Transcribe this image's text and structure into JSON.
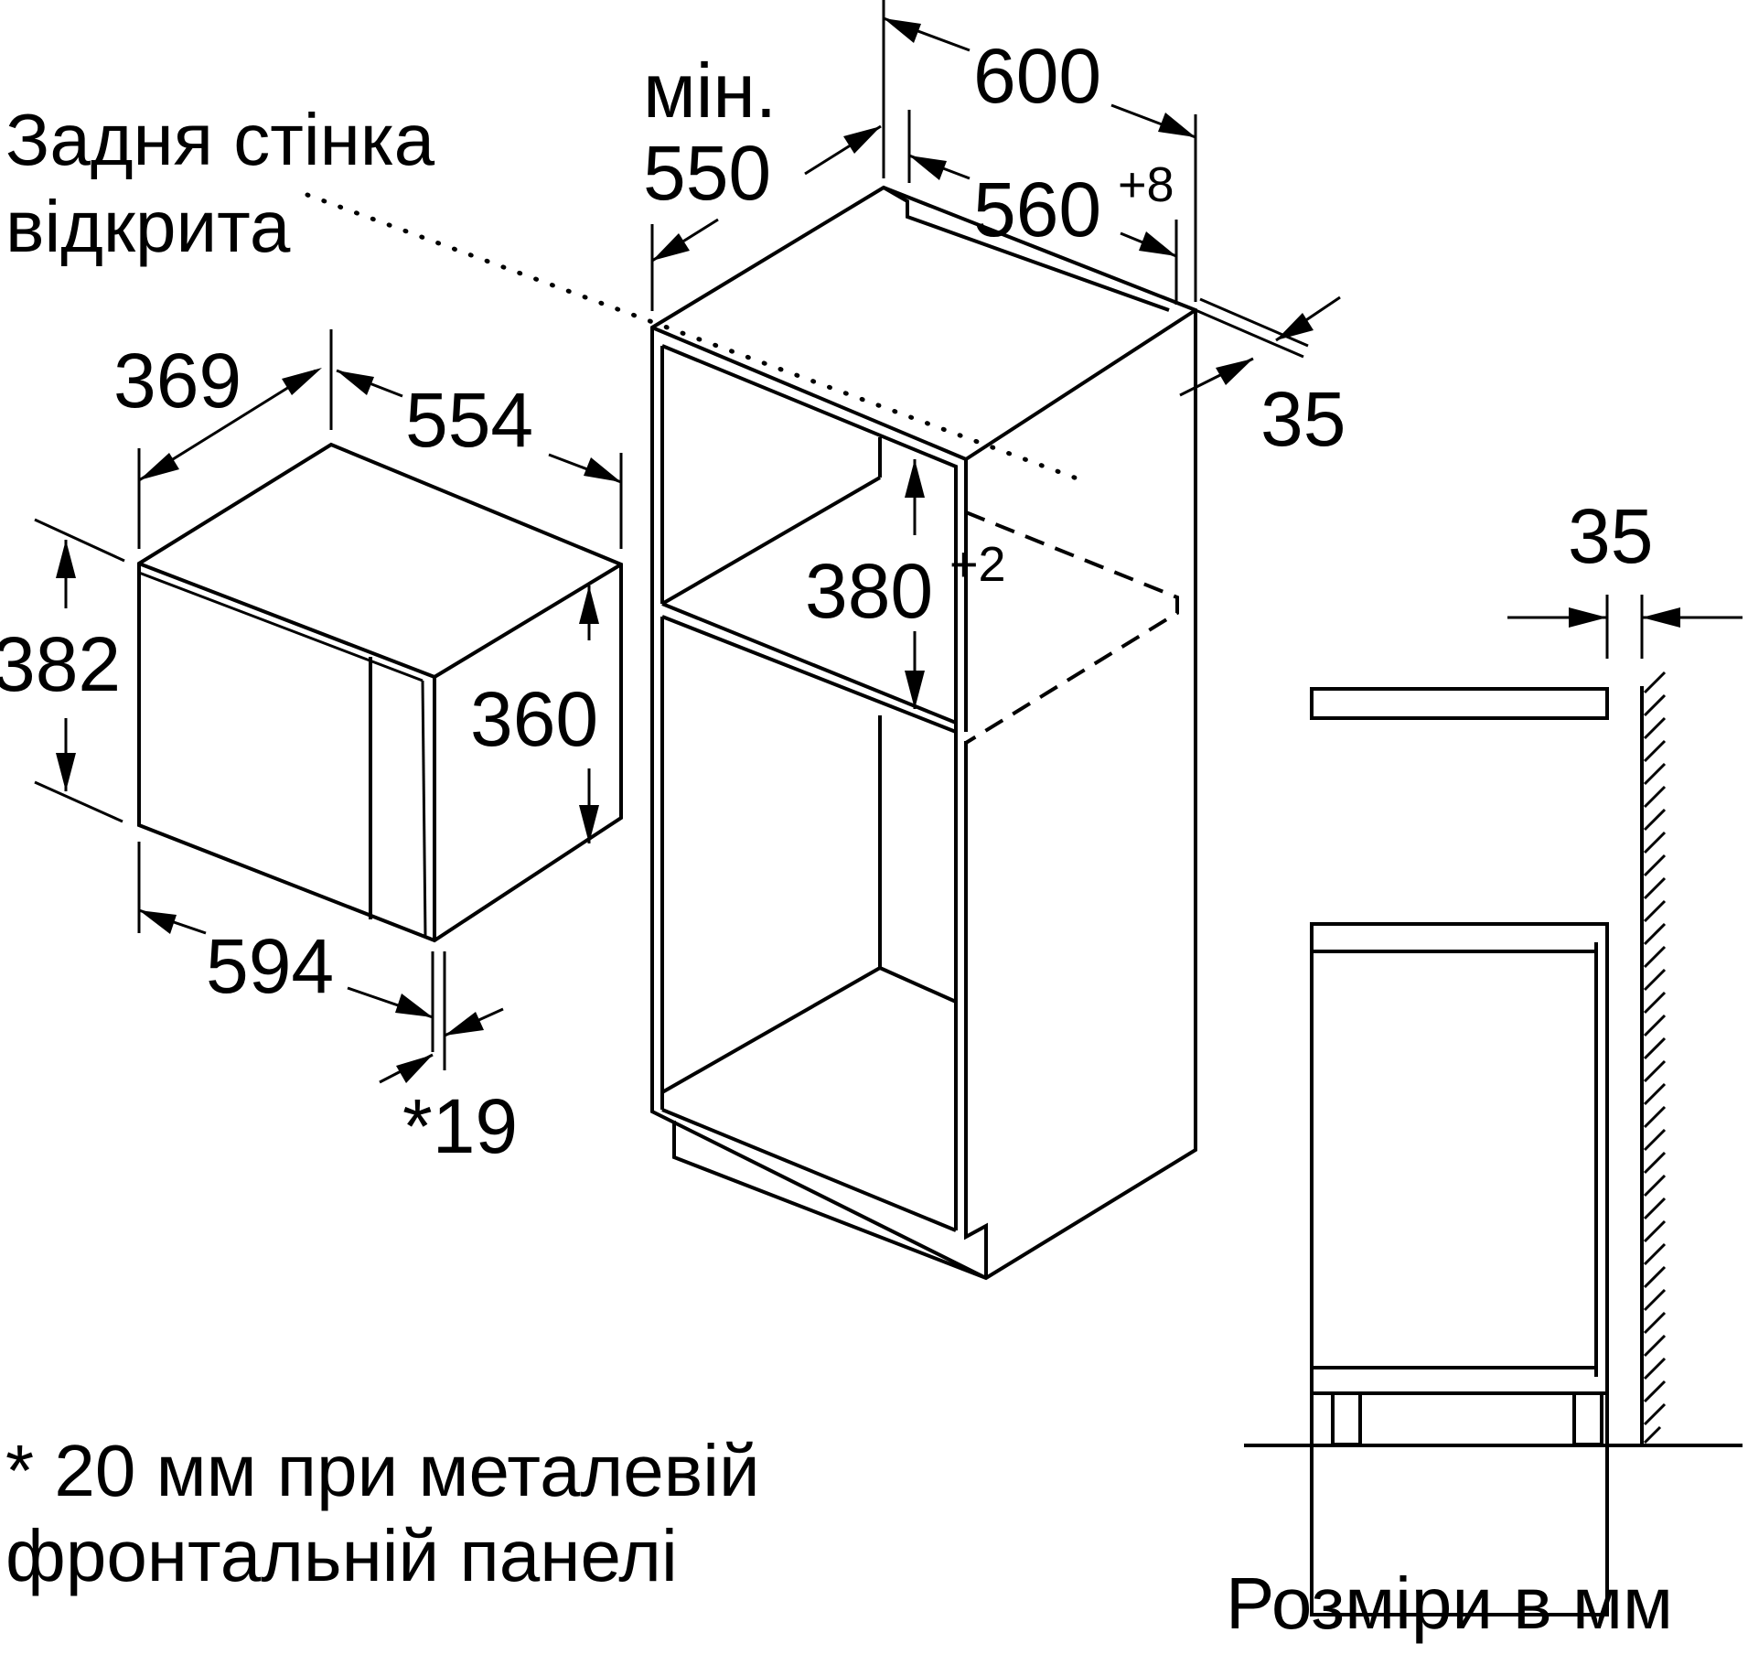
{
  "labels": {
    "back_wall_line1": "Задня стінка",
    "back_wall_line2": "відкрита",
    "min_prefix": "мін.",
    "footnote_line1": "* 20 мм при металевій",
    "footnote_line2": "фронтальній панелі",
    "units": "Розміри в мм"
  },
  "appliance_dims": {
    "depth": "369",
    "width_top": "554",
    "height_outer": "382",
    "height_inner": "360",
    "width_front": "594",
    "front_thickness": "*19"
  },
  "cabinet_dims": {
    "min_depth": "550",
    "outer_width": "600",
    "niche_width": "560",
    "niche_width_tol": "+8",
    "niche_height": "380",
    "niche_height_tol": "+2",
    "back_gap": "35"
  },
  "side_view": {
    "wall_gap": "35"
  }
}
